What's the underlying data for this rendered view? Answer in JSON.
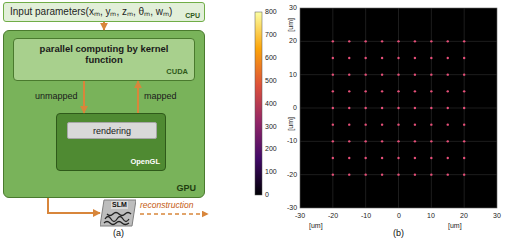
{
  "diagram": {
    "nodes": [
      {
        "text": [
          "Input parameters(xₘ, yₘ, zₘ, θₘ, wₘ)",
          "CPU"
        ]
      },
      {
        "text": [
          "GPU"
        ]
      },
      {
        "text": [
          "parallel computing by kernel function",
          "CUDA"
        ],
        "in": 1
      },
      {
        "text": [
          "OpenGL"
        ],
        "in": 1
      },
      {
        "text": [
          "rendering"
        ],
        "in": 3
      },
      {
        "text": [
          "SLM"
        ]
      }
    ],
    "edges": [
      {
        "from": 0,
        "to": 1,
        "arrow": "to"
      },
      {
        "from": 2,
        "to": 3,
        "label": "unmapped",
        "arrow": "to"
      },
      {
        "from": 3,
        "to": 2,
        "label": "mapped",
        "arrow": "to"
      },
      {
        "from": 1,
        "to": 5,
        "arrow": "to"
      }
    ],
    "labels": [
      "reconstruction",
      "(a)",
      "800",
      "700",
      "600",
      "500",
      "400",
      "300",
      "200",
      "100",
      "0",
      "30",
      "20",
      "10",
      "0",
      "-10",
      "-20",
      "-30",
      "-30",
      "-20",
      "-10",
      "0",
      "10",
      "20",
      "30",
      "[um]",
      "[um]",
      "[um]",
      "[um]",
      "(b)"
    ]
  }
}
